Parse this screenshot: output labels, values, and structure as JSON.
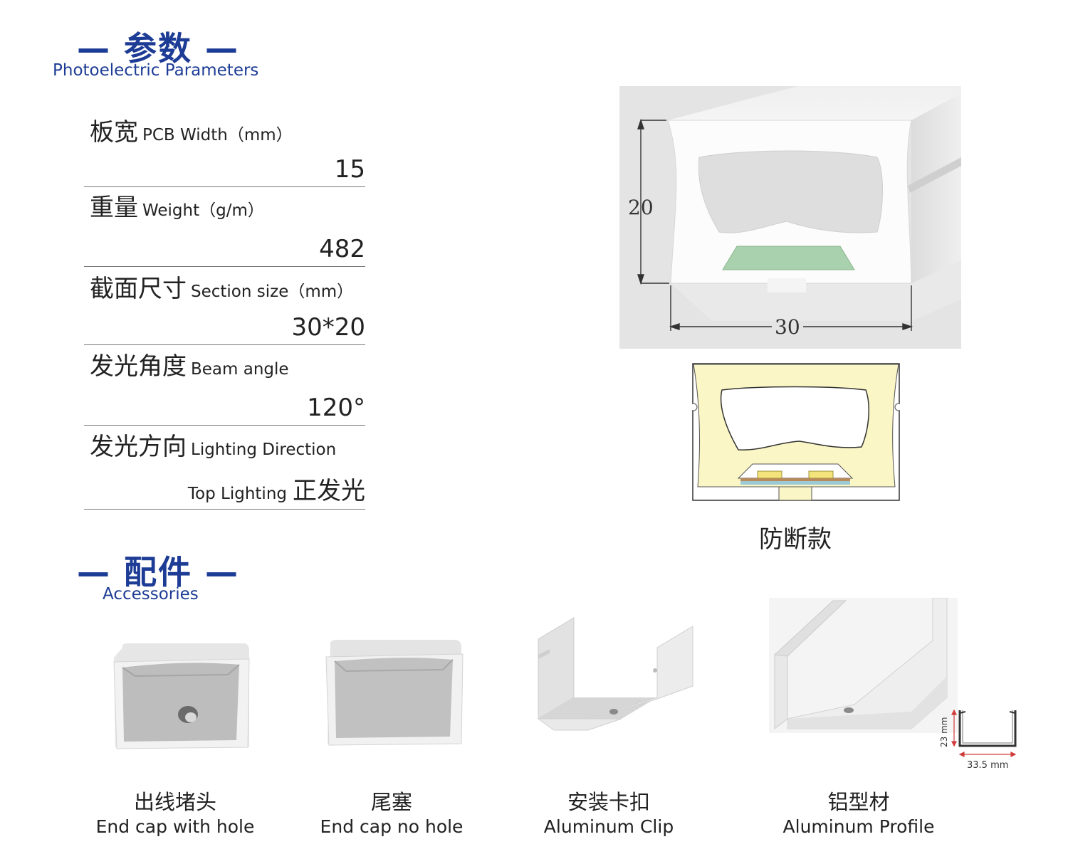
{
  "params_section": {
    "title": "— 参数 —",
    "subtitle": "Photoelectric Parameters"
  },
  "params": [
    {
      "cn": "板宽",
      "en": "PCB Width（mm）",
      "value": "15"
    },
    {
      "cn": "重量",
      "en": "Weight（g/m）",
      "value": "482"
    },
    {
      "cn": "截面尺寸",
      "en": "Section size（mm）",
      "value": "30*20"
    },
    {
      "cn": "发光角度",
      "en": "Beam angle",
      "value": "120°"
    },
    {
      "cn": "发光方向",
      "en": "Lighting Direction",
      "value_en": "Top Lighting",
      "value": "正发光"
    }
  ],
  "render": {
    "height_label": "20",
    "width_label": "30"
  },
  "diagram": {
    "caption": "防断款"
  },
  "accessories_section": {
    "title": "— 配件 —",
    "subtitle": "Accessories"
  },
  "accessories": [
    {
      "cn": "出线堵头",
      "en": "End cap with hole"
    },
    {
      "cn": "尾塞",
      "en": "End cap no hole"
    },
    {
      "cn": "安装卡扣",
      "en": "Aluminum Clip"
    },
    {
      "cn": "铝型材",
      "en": "Aluminum Profile"
    }
  ],
  "profile_dims": {
    "height": "23 mm",
    "width": "33.5 mm"
  },
  "colors": {
    "heading": "#1d3c95",
    "glow": "#fbf6c6",
    "pcb_green": "#9cc9a2",
    "dim_red": "#d23a3a"
  }
}
